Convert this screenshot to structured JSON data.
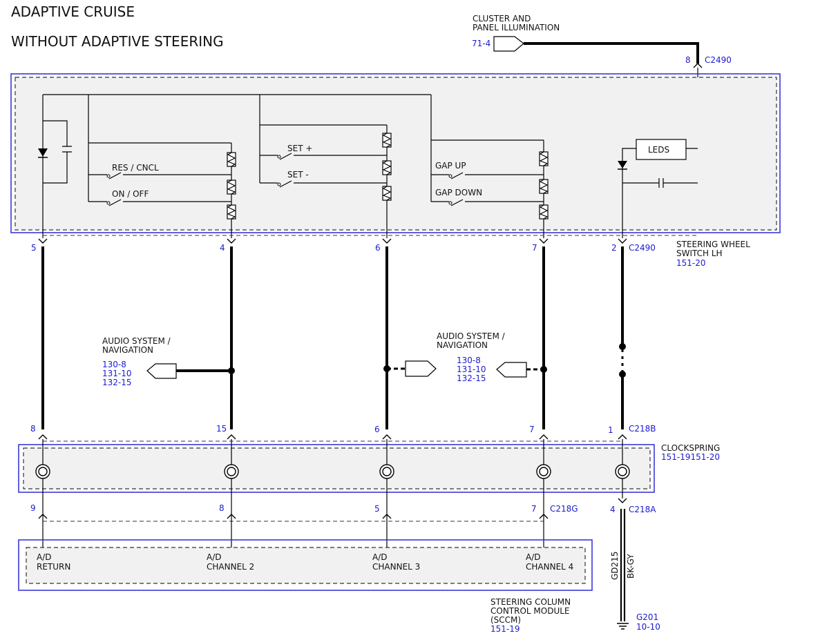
{
  "title": {
    "line1": "ADAPTIVE CRUISE",
    "line2": "WITHOUT ADAPTIVE STEERING"
  },
  "cluster": {
    "label_line1": "CLUSTER AND",
    "label_line2": "PANEL ILLUMINATION",
    "ref": "71-4",
    "pin": "8",
    "connector": "C2490"
  },
  "steering_wheel_switch": {
    "label_line1": "STEERING WHEEL",
    "label_line2": "SWITCH LH",
    "ref": "151-20",
    "connector": "C2490",
    "pins": [
      "5",
      "4",
      "6",
      "7",
      "2"
    ],
    "switches": [
      "RES / CNCL",
      "ON / OFF",
      "SET +",
      "SET -",
      "GAP UP",
      "GAP DOWN"
    ],
    "leds_label": "LEDS"
  },
  "audio_left": {
    "label_line1": "AUDIO SYSTEM /",
    "label_line2": "NAVIGATION",
    "refs": [
      "130-8",
      "131-10",
      "132-15"
    ]
  },
  "audio_right": {
    "label_line1": "AUDIO SYSTEM /",
    "label_line2": "NAVIGATION",
    "refs": [
      "130-8",
      "131-10",
      "132-15"
    ]
  },
  "clockspring": {
    "label": "CLOCKSPRING",
    "ref": "151-19151-20",
    "top_connector": "C218B",
    "top_pins": [
      "8",
      "15",
      "6",
      "7",
      "1"
    ],
    "bottom_connector_g": "C218G",
    "bottom_pins": [
      "9",
      "8",
      "5",
      "7"
    ],
    "bottom_connector_a": "C218A",
    "bottom_pin_a": "4"
  },
  "sccm": {
    "label_line1": "STEERING COLUMN",
    "label_line2": "CONTROL MODULE",
    "label_line3": "(SCCM)",
    "ref": "151-19",
    "channels": [
      {
        "line1": "A/D",
        "line2": "RETURN"
      },
      {
        "line1": "A/D",
        "line2": "CHANNEL 2"
      },
      {
        "line1": "A/D",
        "line2": "CHANNEL 3"
      },
      {
        "line1": "A/D",
        "line2": "CHANNEL 4"
      }
    ]
  },
  "ground": {
    "wire_id": "GD215",
    "wire_color": "BK-GY",
    "ref": "G201",
    "ref_page": "10-10"
  }
}
